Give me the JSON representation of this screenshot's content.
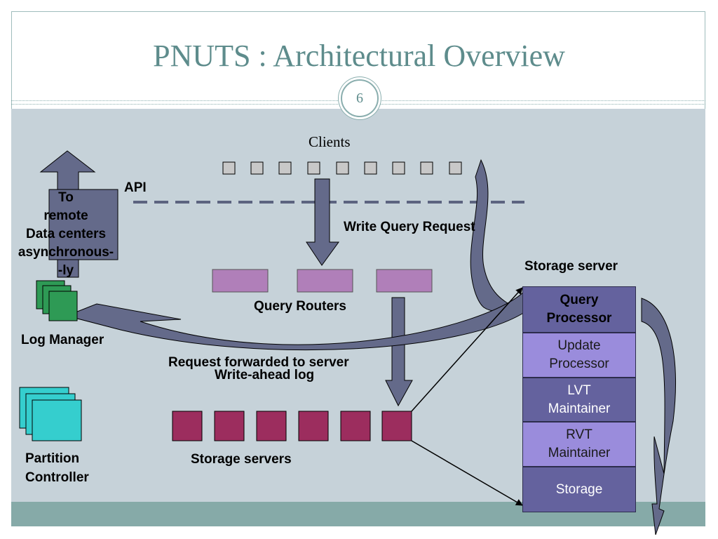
{
  "slide": {
    "title": "PNUTS : Architectural Overview",
    "page_number": "6"
  },
  "diagram": {
    "clients_label": "Clients",
    "api_label": "API",
    "to_remote_label": "To\nremote\nData centers\nasynchronous-\n-ly",
    "write_query_label": "Write Query Request",
    "query_routers_label": "Query Routers",
    "log_manager_label": "Log Manager",
    "request_forwarded_label": "Request forwarded to server",
    "write_ahead_label": "Write-ahead log",
    "storage_servers_label": "Storage servers",
    "partition_controller_label": "Partition\nController",
    "storage_server_label": "Storage server",
    "stack": {
      "query_processor": "Query\nProcessor",
      "update_processor": "Update\nProcessor",
      "lvt_maintainer": "LVT\nMaintainer",
      "rvt_maintainer": "RVT\nMaintainer",
      "storage": "Storage"
    },
    "colors": {
      "title": "#5e8c8c",
      "background": "#c6d2d9",
      "footer": "#86aaa8",
      "client_box": "#c8c8c8",
      "router_box": "#b07fb9",
      "storage_box": "#9c2d5e",
      "log_manager": "#2e9a55",
      "partition_controller": "#35cece",
      "arrow": "#646a8a",
      "stack_dark": "#64629e",
      "stack_light": "#9a8cdc"
    },
    "icons": [
      "up-arrow-icon",
      "down-arrow-icon",
      "curved-arrow-icon",
      "stacked-pages-icon"
    ]
  }
}
